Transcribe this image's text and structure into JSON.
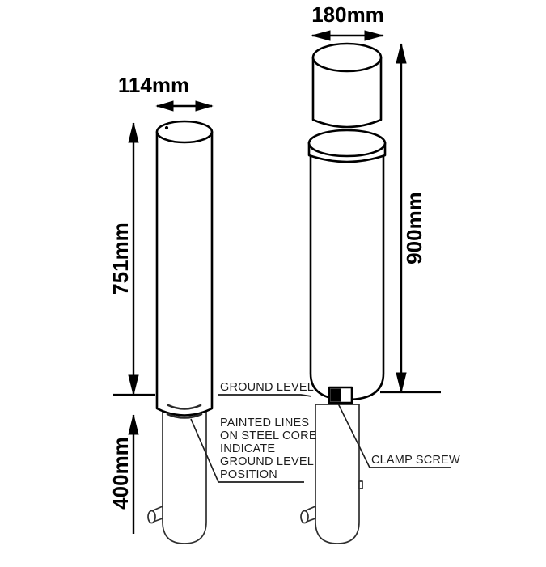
{
  "drawing": {
    "title": "Bollard installation technical drawing",
    "stroke_color": "#000000",
    "background_color": "#ffffff",
    "dimensions": {
      "left_bollard_diameter": "114mm",
      "left_bollard_above_ground": "751mm",
      "left_bollard_below_ground": "400mm",
      "right_bollard_diameter": "180mm",
      "right_bollard_above_ground": "900mm"
    },
    "annotations": {
      "ground_level": "GROUND LEVEL",
      "painted_lines": {
        "line1": "PAINTED LINES",
        "line2": "ON STEEL CORE",
        "line3": "INDICATE",
        "line4": "GROUND LEVEL",
        "line5": "POSITION"
      },
      "clamp_screw": "CLAMP SCREW"
    }
  }
}
